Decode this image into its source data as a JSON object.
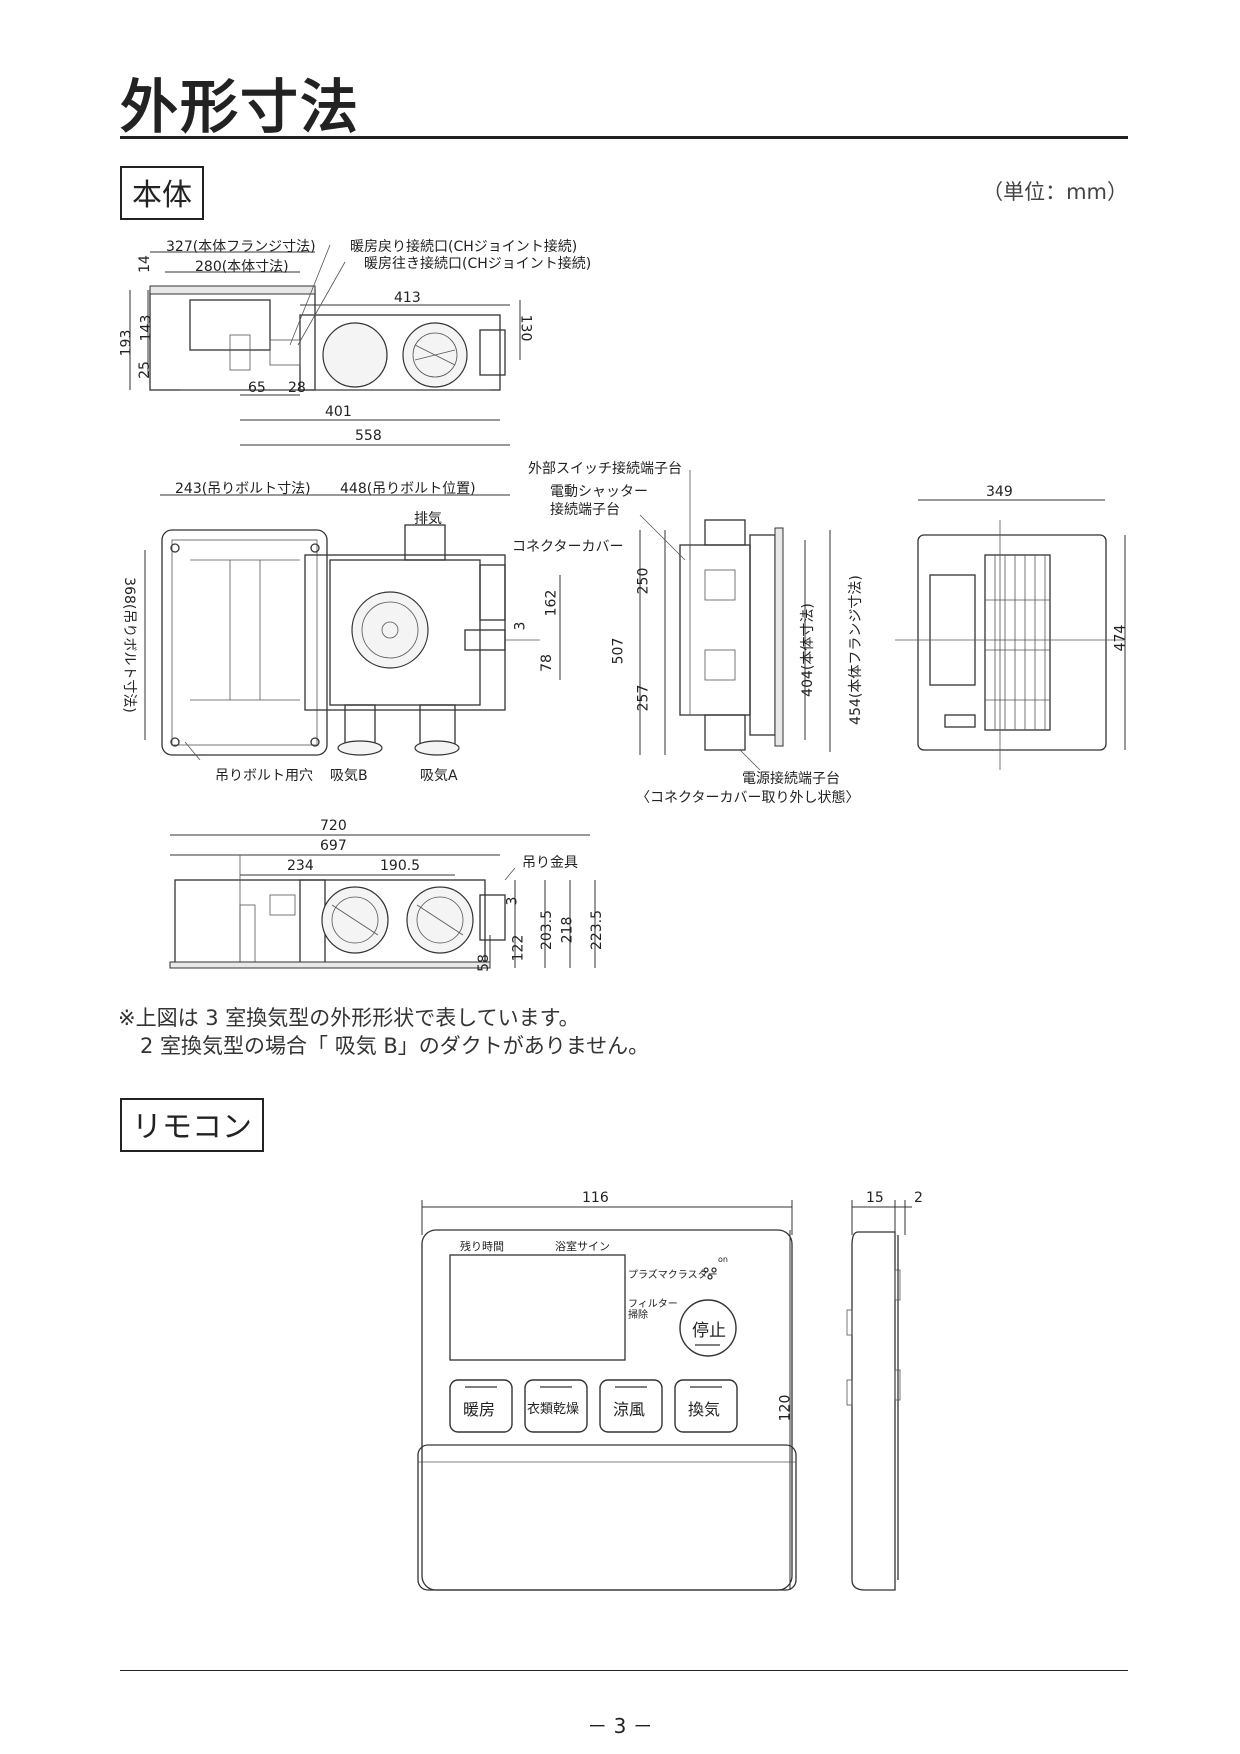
{
  "page": {
    "title": "外形寸法",
    "section_main": "本体",
    "unit": "（単位：mm）",
    "section_remote": "リモコン",
    "note_line1": "※上図は 3 室換気型の外形形状で表しています。",
    "note_line2": "2 室換気型の場合「 吸気 B」のダクトがありません。",
    "page_number": "－ 3 －"
  },
  "top_view": {
    "d_327": "327(本体フランジ寸法)",
    "d_280": "280(本体寸法)",
    "d_14": "14",
    "d_193": "193",
    "d_143": "143",
    "d_25": "25",
    "d_413": "413",
    "d_130": "130",
    "d_65": "65",
    "d_28": "28",
    "d_401": "401",
    "d_558": "558",
    "label_return": "暖房戻り接続口(CHジョイント接続)",
    "label_supply": "暖房往き接続口(CHジョイント接続)"
  },
  "plan_view": {
    "d_243": "243(吊りボルト寸法)",
    "d_448": "448(吊りボルト位置)",
    "d_368": "368(吊りボルト寸法)",
    "d_162": "162",
    "d_3": "3",
    "d_78": "78",
    "label_exhaust": "排気",
    "label_connector_cover": "コネクターカバー",
    "label_bolt_hole": "吊りボルト用穴",
    "label_intake_b": "吸気B",
    "label_intake_a": "吸気A"
  },
  "side_view": {
    "label_ext_switch": "外部スイッチ接続端子台",
    "label_shutter_1": "電動シャッター",
    "label_shutter_2": "接続端子台",
    "d_250": "250",
    "d_507": "507",
    "d_257": "257",
    "d_404": "404(本体寸法)",
    "d_454": "454(本体フランジ寸法)",
    "label_power": "電源接続端子台",
    "label_cover_removed": "〈コネクターカバー取り外し状態〉"
  },
  "front_view": {
    "d_349": "349",
    "d_474": "474"
  },
  "bottom_view": {
    "d_720": "720",
    "d_697": "697",
    "d_234": "234",
    "d_190_5": "190.5",
    "label_hanger": "吊り金具",
    "d_3": "3",
    "d_203_5": "203.5",
    "d_218": "218",
    "d_223_5": "223.5",
    "d_122": "122",
    "d_58": "58"
  },
  "remote": {
    "d_116": "116",
    "d_120": "120",
    "d_15": "15",
    "d_2": "2",
    "label_remaining": "残り時間",
    "label_bath_sign": "浴室サイン",
    "label_plasma": "プラズマクラスター",
    "label_on": "on",
    "label_filter_1": "フィルター",
    "label_filter_2": "掃除",
    "btn_stop": "停止",
    "btn_heating": "暖房",
    "btn_drying": "衣類乾燥",
    "btn_cool": "涼風",
    "btn_vent": "換気"
  }
}
